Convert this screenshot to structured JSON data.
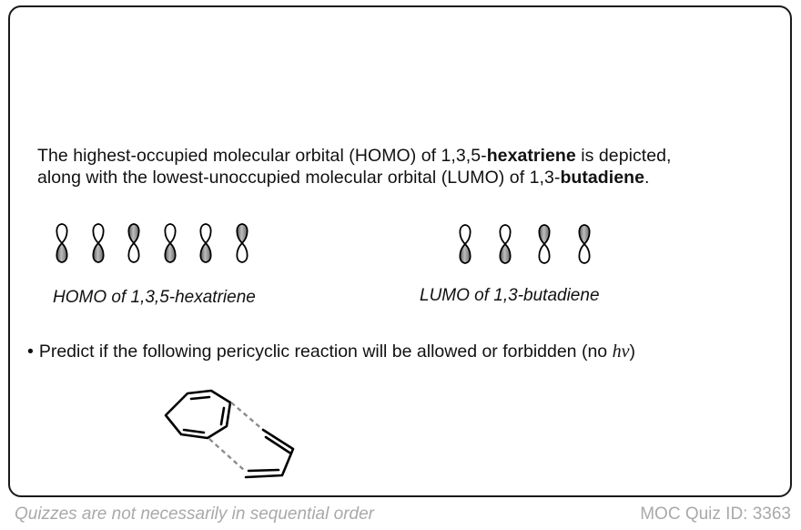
{
  "intro": {
    "line1_prefix": "The highest-occupied molecular orbital (HOMO) of 1,3,5-",
    "line1_bold": "hexatriene",
    "line1_suffix": " is depicted,",
    "line2_prefix": "along with the lowest-unoccupied molecular orbital (LUMO) of 1,3-",
    "line2_bold": "butadiene",
    "line2_suffix": "."
  },
  "homo": {
    "caption": "HOMO of 1,3,5-hexatriene",
    "lobes": [
      "shaded-bottom",
      "shaded-bottom",
      "shaded-top",
      "shaded-bottom",
      "shaded-bottom",
      "shaded-top"
    ]
  },
  "lumo": {
    "caption": "LUMO of 1,3-butadiene",
    "lobes": [
      "shaded-bottom",
      "shaded-bottom",
      "shaded-top",
      "shaded-top"
    ]
  },
  "question": {
    "bullet": "•",
    "text": "Predict if the following pericyclic reaction will be allowed or forbidden (no ",
    "hv": "hν",
    "close": ")"
  },
  "footer": {
    "left": "Quizzes are not necessarily in sequential order",
    "right": "MOC Quiz ID: 3363"
  },
  "colors": {
    "frame": "#1a1a1a",
    "lobe_shade": "#7a7a7a",
    "footer_text": "#a9a9a9",
    "dashed_bond": "#8c8c8c"
  }
}
